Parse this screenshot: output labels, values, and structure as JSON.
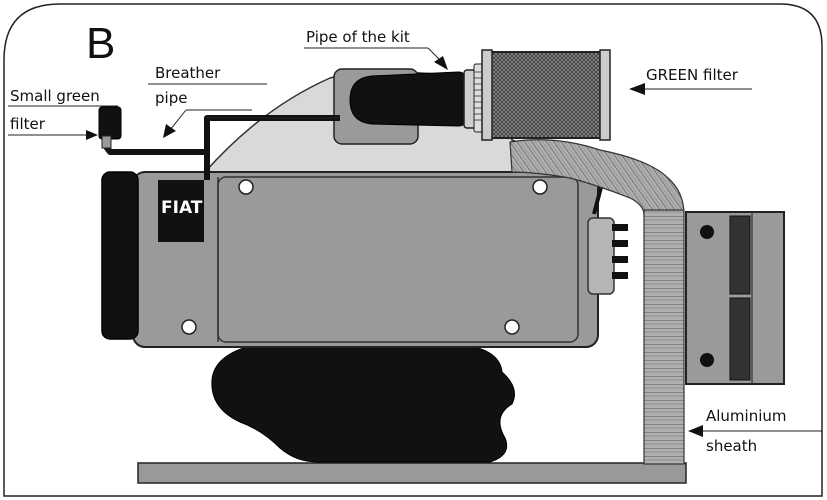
{
  "figure": {
    "panel_letter": "B",
    "brand_plate": "FIAT",
    "labels": {
      "small_green_filter_line1": "Small green",
      "small_green_filter_line2": "filter",
      "breather_pipe_line1": "Breather",
      "breather_pipe_line2": "pipe",
      "pipe_of_kit": "Pipe of the kit",
      "green_filter": "GREEN filter",
      "aluminium_sheath_line1": "Aluminium",
      "aluminium_sheath_line2": "sheath"
    }
  },
  "colors": {
    "outline": "#1a1a1a",
    "engine_body": "#9a9a9a",
    "engine_dark": "#777777",
    "intake_shadow": "#d9d9d9",
    "pipe_black": "#111111",
    "sheath": "#a8a8a8",
    "base_plate": "#999999"
  }
}
